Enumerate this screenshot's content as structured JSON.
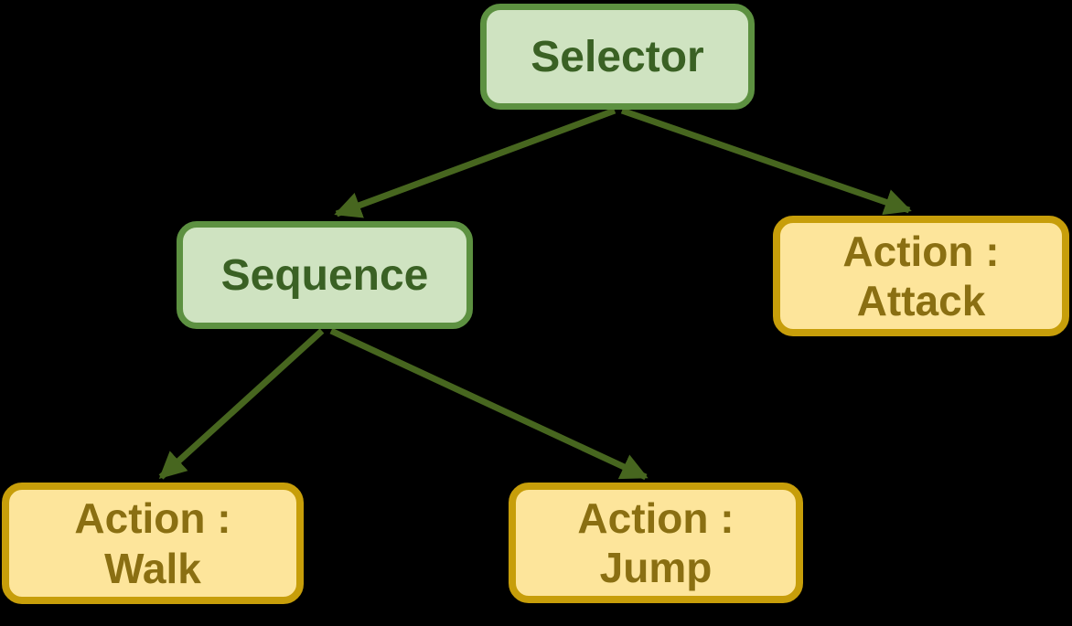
{
  "background_color": "#000000",
  "diagram": {
    "type": "behavior-tree",
    "arrow_color": "#47661f",
    "palette": {
      "composite_fill": "#cfe3c1",
      "composite_border": "#5d9141",
      "composite_text": "#3a6124",
      "action_fill": "#fde59b",
      "action_border": "#c79e0a",
      "action_text": "#8a6f12"
    },
    "nodes": {
      "selector": {
        "label": "Selector",
        "kind": "composite"
      },
      "sequence": {
        "label": "Sequence",
        "kind": "composite"
      },
      "attack": {
        "label_line1": "Action :",
        "label_line2": "Attack",
        "kind": "action"
      },
      "walk": {
        "label_line1": "Action :",
        "label_line2": "Walk",
        "kind": "action"
      },
      "jump": {
        "label_line1": "Action :",
        "label_line2": "Jump",
        "kind": "action"
      }
    },
    "edges": [
      {
        "from": "selector",
        "to": "sequence"
      },
      {
        "from": "selector",
        "to": "attack"
      },
      {
        "from": "sequence",
        "to": "walk"
      },
      {
        "from": "sequence",
        "to": "jump"
      }
    ]
  }
}
